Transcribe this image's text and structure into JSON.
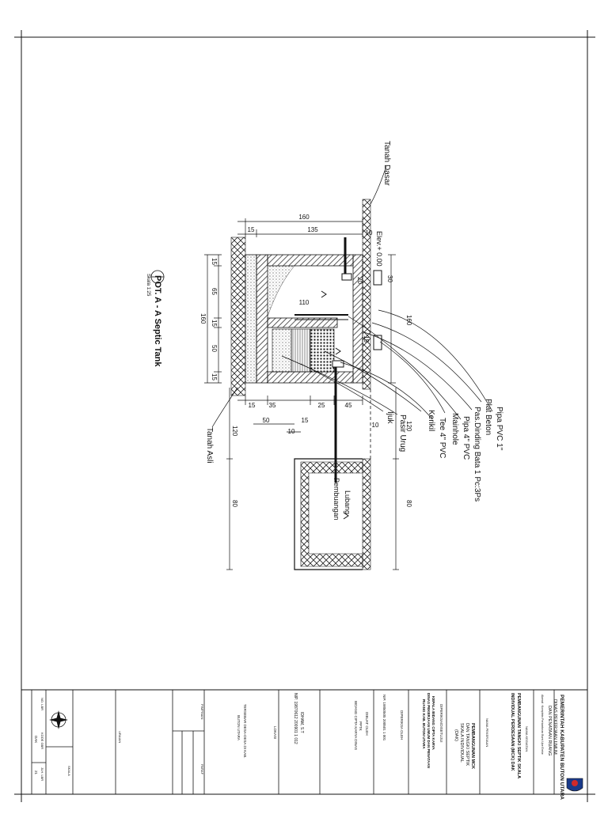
{
  "drawing": {
    "title": "POT. A - A Septic Tank",
    "scale_note": "Skala 1:25"
  },
  "labels": {
    "tanah_dasar": "Tanah Dasar",
    "elevation": "Elev.+ 0.00",
    "tanah_asli": "Tanah Asli",
    "lubang": "Lubang",
    "pembuangan": "Pembuangan"
  },
  "callouts": [
    "Pipa PVC 1\"",
    "Plat Beton",
    "Pas.Dinding Bata 1 Pc:3Ps",
    "Pipa 4\" PVC",
    "Mainhole",
    "Tee 4\" PVC",
    "Kerikil",
    "Pasir Urug",
    "Ijuk"
  ],
  "dimensions": {
    "top_total": "160",
    "top_wall": "15",
    "top_inner": "135",
    "top_right": "10",
    "baffle": "110",
    "height_total": "160",
    "h_seg1": "15",
    "h_seg2": "65",
    "h_seg3": "15",
    "h_seg4": "50",
    "h_seg5": "15",
    "right_total": "160",
    "right_30": "30",
    "right_20": "20",
    "right_15": "15",
    "bot_15": "15",
    "bot_35": "35",
    "bot_25": "25",
    "bot_45": "45",
    "bot_10": "10",
    "bot_50": "50",
    "bot_10b": "10",
    "bot_15b": "15",
    "left_120": "120",
    "right_120": "120",
    "left_80": "80",
    "right_80": "80"
  },
  "title_block": {
    "agency_line1": "PEMERINTAH KABUPATEN BUTON UTARA",
    "agency_line2": "DINAS PEKERJAAN UMUM",
    "agency_line3": "DAN PENATAAN RUANG",
    "agency_address": "Alamat : Kompleks Perkantoran Bumi Upe Ereke",
    "project_label": "NAMA KEGIATAN",
    "project_line1": "PEMBANGUNAN TANGKI SEPTIK SKALA",
    "project_line2": "INDIVIDUAL PERDESAAN (MCK) DAK",
    "work_label": "NAMA PEKERJAAN",
    "work_line1": "PEMBANGUNAN MCK",
    "work_line2": "DAN TANGKI SEPTIK",
    "work_line3": "SKALA INDIVIDUAL",
    "work_line4": "(DAK)",
    "approved_label": "DIPERIKSA/DISETUJUI",
    "approved_line1": "KEPALA BIDANG CIPTA KARYA",
    "approved_line2": "DINAS PEKERJAAN UMUM DAN PENATAAN",
    "approved_line3": "RUANG KAB. BUTON UTARA",
    "checked_label": "DIPERIKSA OLEH",
    "checked_name": "NIP. 19850505 200501 1 001",
    "made_label": "DIBUAT OLEH",
    "made_line1": "PPTK",
    "made_line2": "BIDANG CIPTA KARYA DINAS",
    "made_name": "IDHAM, S.T",
    "made_nip": "NIP. 19870612 200901 1 012",
    "location_label": "LOKASI",
    "location_line1": "TERSEBAR DESA-DESA DI KAB.",
    "location_line2": "BUTON UTARA",
    "title_label": "PIMPINAN",
    "paraf_label": "PARAF",
    "keterangan_label": "URAIAN",
    "lembar_label": "NO. LBR",
    "kode_label": "KODE GBR",
    "jumlah_label": "JLH. LBR",
    "skala_label": "SKALA",
    "kode_value": "DAK",
    "jumlah_value": "21"
  },
  "colors": {
    "line": "#111111",
    "hatch": "#333333",
    "faint": "#777777"
  }
}
